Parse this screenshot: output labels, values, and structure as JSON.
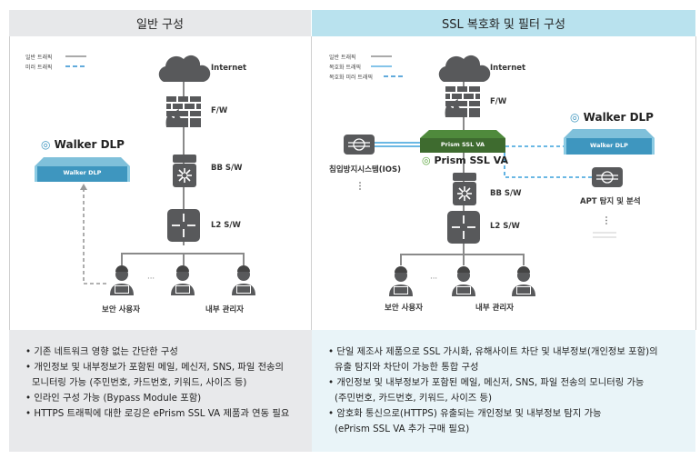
{
  "left": {
    "title": "일반 구성",
    "legend": [
      "일반 트래픽",
      "미러 트래픽"
    ],
    "nodes": {
      "internet": "Internet",
      "fw": "F/W",
      "bbsw": "BB S/W",
      "l2sw": "L2 S/W",
      "security_user": "보안 사용자",
      "internal_admin": "내부 관리자",
      "ellipsis": "···"
    },
    "dlp_logo": "Walker DLP",
    "dlp_box": "Walker DLP",
    "bullets": [
      [
        "• 기존 네트워크 영향 없는 간단한 구성"
      ],
      [
        "• 개인정보 및 내부정보가 포함된 메일, 메신저, SNS, 파일 전송의",
        "모니터링 가능 (주민번호, 카드번호, 키워드, 사이즈 등)"
      ],
      [
        "• 인라인 구성 가능 (Bypass Module  포함)"
      ],
      [
        "• HTTPS 트래픽에 대한 로깅은 ePrism SSL VA 제품과 연동 필요"
      ]
    ]
  },
  "right": {
    "title": "SSL 복호화 및 필터 구성",
    "legend": [
      "일반 트래픽",
      "복호화 트래픽",
      "복호화 미러 트래픽"
    ],
    "nodes": {
      "internet": "Internet",
      "fw": "F/W",
      "bbsw": "BB S/W",
      "l2sw": "L2 S/W",
      "ios": "침입방지시스템(IOS)",
      "apt": "APT 탐지 및 분석",
      "security_user": "보안 사용자",
      "internal_admin": "내부 관리자",
      "ellipsis": "···"
    },
    "prism_box": "Prism SSL VA",
    "prism_logo": "Prism SSL VA",
    "dlp_logo": "Walker DLP",
    "dlp_box": "Walker DLP",
    "bullets": [
      [
        "• 단일 제조사 제품으로 SSL 가시화, 유해사이트 차단 및 내부정보(개인정보 포함)의",
        "유출 탐지와 차단이 가능한 통합 구성"
      ],
      [
        "• 개인정보 및 내부정보가 포함된 메일, 메신저, SNS, 파일 전송의 모니터링 가능",
        "(주민번호, 카드번호, 키워드, 사이즈 등)"
      ],
      [
        "• 암호화 통신으로(HTTPS) 유출되는 개인정보 및 내부정보 탐지 가능",
        "(ePrism SSL VA 추가 구매 필요)"
      ]
    ]
  },
  "colors": {
    "device": "#58595b",
    "line": "#8a8a8a",
    "mirror": "#2f8fd0",
    "decrypt": "#3aa0dc",
    "prism": "#3e6b2f",
    "dlp": "#3e96bf"
  }
}
